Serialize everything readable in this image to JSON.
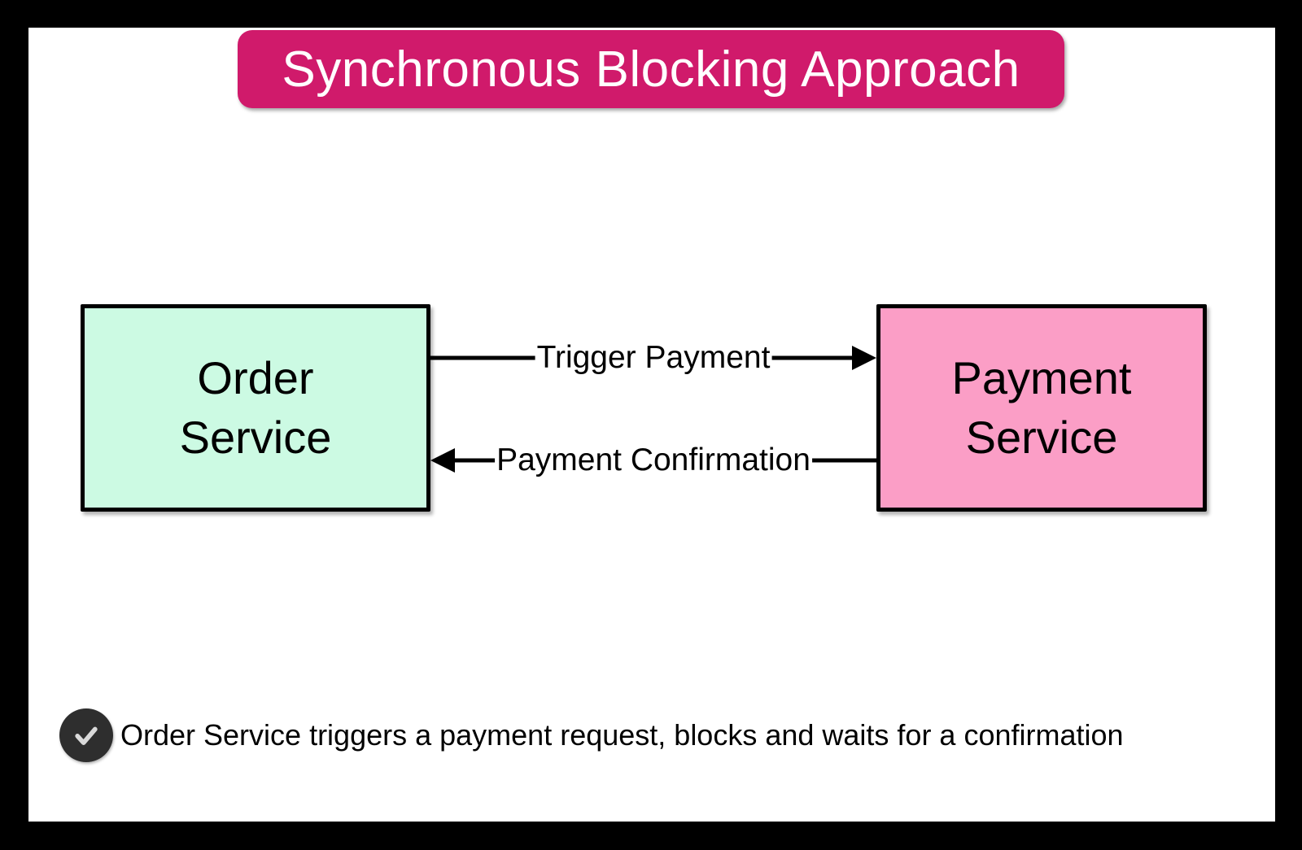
{
  "title": {
    "label": "Synchronous Blocking Approach"
  },
  "diagram": {
    "nodes": [
      {
        "name": "Order Service",
        "lines": [
          "Order",
          "Service"
        ]
      },
      {
        "name": "Payment Service",
        "lines": [
          "Payment",
          "Service"
        ]
      }
    ],
    "edges": [
      {
        "label": "Trigger Payment",
        "from": "Order Service",
        "to": "Payment Service",
        "direction": "left-to-right"
      },
      {
        "label": "Payment Confirmation",
        "from": "Payment Service",
        "to": "Order Service",
        "direction": "right-to-left"
      }
    ]
  },
  "footnote": {
    "icon": "check-icon",
    "text": "Order Service triggers a payment request, blocks and waits for a confirmation"
  },
  "colors": {
    "page-bg": "#000000",
    "canvas-bg": "#ffffff",
    "banner-bg": "#d01a6b",
    "banner-text": "#ffffff",
    "order-node-fill": "#ccfae3",
    "payment-node-fill": "#fb9ec6",
    "node-border": "#000000",
    "edge-color": "#000000",
    "text-color": "#000000",
    "check-circle": "#2e2e2e",
    "check-mark": "#d9d9d9"
  }
}
